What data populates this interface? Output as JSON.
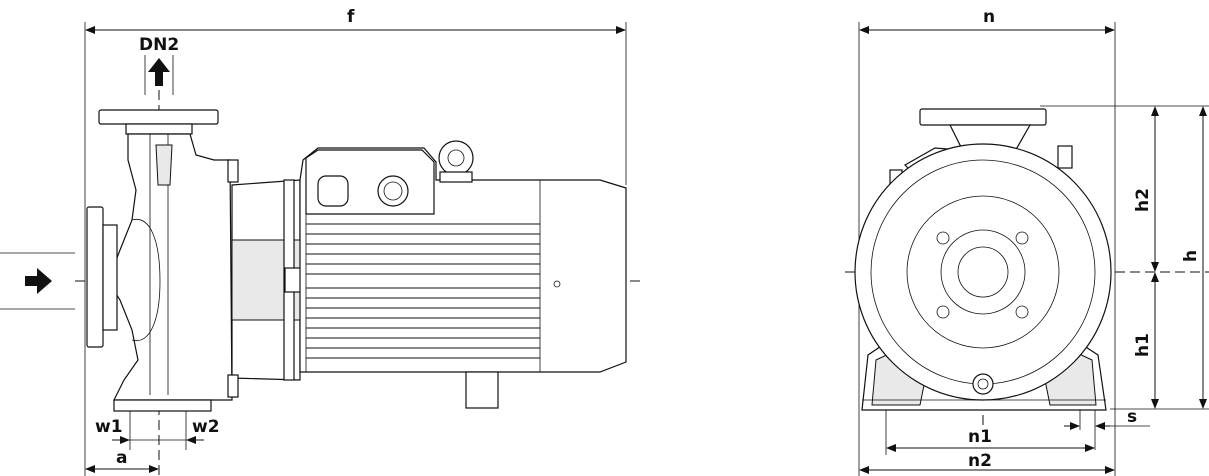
{
  "labels": {
    "f": "f",
    "dn2": "DN2",
    "w1": "w1",
    "w2": "w2",
    "a": "a",
    "n": "n",
    "h2": "h2",
    "h": "h",
    "h1": "h1",
    "s": "s",
    "n1": "n1",
    "n2": "n2"
  },
  "icons": {
    "inlet_arrow": "arrow-right-icon",
    "outlet_arrow": "arrow-up-icon"
  },
  "colors": {
    "line": "#111111",
    "background": "#ffffff",
    "shading": "#e9e9e9"
  }
}
